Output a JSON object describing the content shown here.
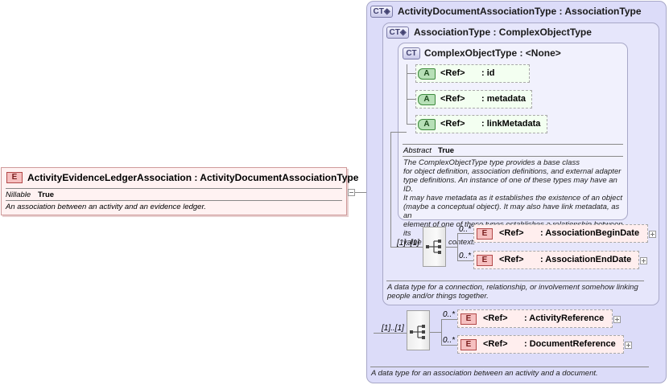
{
  "main_element": {
    "badge": "E",
    "title": "ActivityEvidenceLedgerAssociation : ActivityDocumentAssociationType",
    "prop_name": "Nillable",
    "prop_value": "True",
    "description": "An association between an activity and an evidence ledger."
  },
  "outer_type": {
    "badge": "CT◈",
    "title": "ActivityDocumentAssociationType : AssociationType",
    "sequence_cardinality": "[1]..[1]",
    "elements": [
      {
        "badge": "E",
        "ref": "<Ref>",
        "name": ": ActivityReference",
        "cardinality": "0..*"
      },
      {
        "badge": "E",
        "ref": "<Ref>",
        "name": ": DocumentReference",
        "cardinality": "0..*"
      }
    ],
    "description": "A data type for an association between an activity and a document."
  },
  "middle_type": {
    "badge": "CT◈",
    "title": "AssociationType : ComplexObjectType",
    "sequence_cardinality": "[1]..[1]",
    "elements": [
      {
        "badge": "E",
        "ref": "<Ref>",
        "name": ": AssociationBeginDate",
        "cardinality": "0..*"
      },
      {
        "badge": "E",
        "ref": "<Ref>",
        "name": ": AssociationEndDate",
        "cardinality": "0..*"
      }
    ],
    "description_lines": [
      "A data type for a connection, relationship, or involvement somehow linking",
      "people and/or things together."
    ]
  },
  "inner_type": {
    "badge": "CT",
    "title": "ComplexObjectType : <None>",
    "attributes": [
      {
        "badge": "A",
        "ref": "<Ref>",
        "name": ": id"
      },
      {
        "badge": "A",
        "ref": "<Ref>",
        "name": ": metadata"
      },
      {
        "badge": "A",
        "ref": "<Ref>",
        "name": ": linkMetadata"
      }
    ],
    "prop_name": "Abstract",
    "prop_value": "True",
    "description_lines": [
      "The ComplexObjectType type provides a base class",
      "for object definition, association definitions, and external adapter",
      "type definitions. An instance of one of these types may have an ID.",
      "It may have metadata as it establishes the existence of an object",
      "(maybe a conceptual object). It may also have link metadata, as an",
      "element of one of these types establishes a relationship between its",
      "value and its context."
    ]
  },
  "colors": {
    "outer_bg": "#dcdcf9",
    "middle_bg": "#e6e6fb",
    "inner_bg": "#f1f1fd",
    "attribute_bg": "#f3fff1",
    "element_bg": "#ffeeee"
  }
}
